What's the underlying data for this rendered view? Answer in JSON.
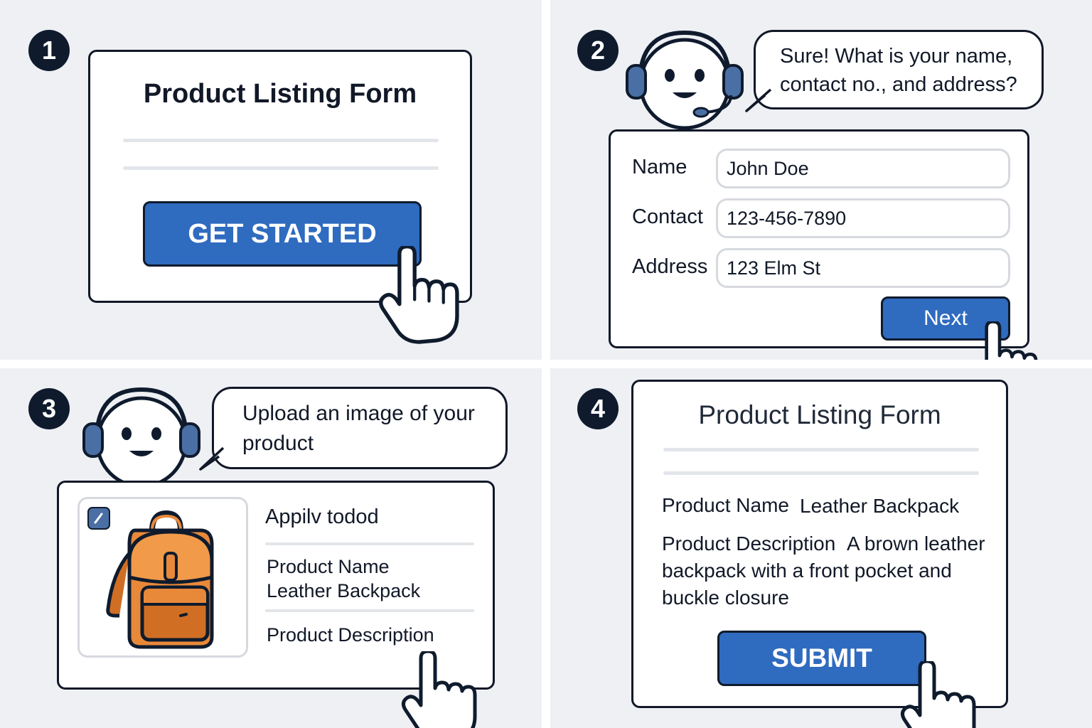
{
  "steps": [
    "1",
    "2",
    "3",
    "4"
  ],
  "panel1": {
    "title": "Product Listing Form",
    "button": "GET STARTED"
  },
  "panel2": {
    "bubble": "Sure! What is your name,\ncontact no., and address?",
    "fields": [
      {
        "label": "Name",
        "value": "John Doe"
      },
      {
        "label": "Contact",
        "value": "123-456-7890"
      },
      {
        "label": "Address",
        "value": "123 Elm St"
      }
    ],
    "button": "Next"
  },
  "panel3": {
    "bubble": "Upload an image of your product",
    "heading": "Appilv todod",
    "product_name_label": "Product Name",
    "product_name_value": "Leather Backpack",
    "product_description_label": "Product Description"
  },
  "panel4": {
    "title": "Product Listing Form",
    "product_name_label": "Product Name",
    "product_name_value": "Leather Backpack",
    "product_description_label": "Product Description",
    "product_description_value_1": "A brown leather",
    "product_description_value_2": "backpack with a front pocket and",
    "product_description_value_3": "buckle closure",
    "button": "SUBMIT"
  },
  "colors": {
    "panel_bg": "#eef0f4",
    "accent": "#2f6bbf",
    "dark": "#0f1b2d",
    "backpack": "#e8893a"
  },
  "icons": [
    "pointer-hand-icon",
    "support-agent-icon",
    "backpack-image",
    "edit-icon"
  ]
}
